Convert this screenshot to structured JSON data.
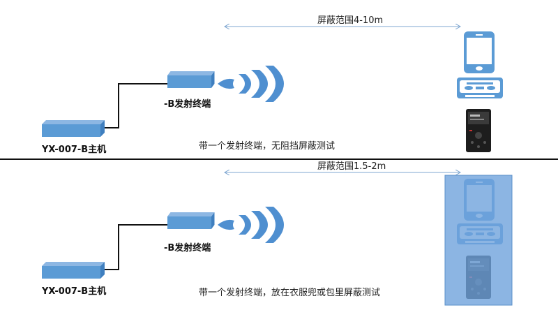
{
  "top": {
    "range_label": "屏蔽范围4-10m",
    "terminal_label": "-B发射终端",
    "host_label": "YX-007-B主机",
    "caption": "带一个发射终端，无阻挡屏蔽测试"
  },
  "bottom": {
    "range_label": "屏蔽范围1.5-2m",
    "terminal_label": "-B发射终端",
    "host_label": "YX-007-B主机",
    "caption": "带一个发射终端，放在衣服兜或包里屏蔽测试"
  },
  "colors": {
    "device_blue": "#5b9bd5",
    "arrow": "#7fa7d0",
    "shield_overlay": "#6fa3dc"
  }
}
